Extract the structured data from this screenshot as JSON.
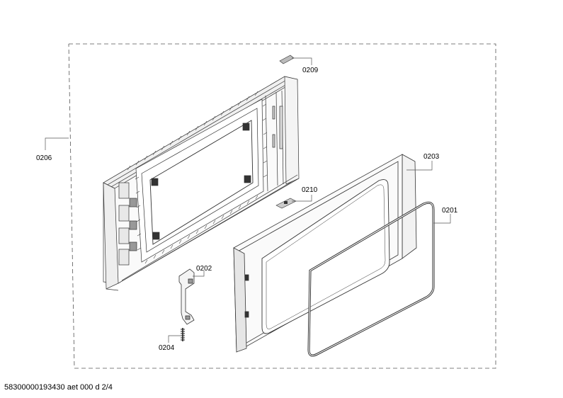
{
  "diagram": {
    "parts": [
      {
        "id": "door-frame",
        "label": "0206"
      },
      {
        "id": "hinge-plate",
        "label": "0209"
      },
      {
        "id": "small-clip",
        "label": "0210"
      },
      {
        "id": "door-cover",
        "label": "0203"
      },
      {
        "id": "door-seal",
        "label": "0201"
      },
      {
        "id": "hook",
        "label": "0202"
      },
      {
        "id": "spring",
        "label": "0204"
      }
    ]
  },
  "footer": {
    "code": "58300000193430 aet 000 d 2/4"
  }
}
